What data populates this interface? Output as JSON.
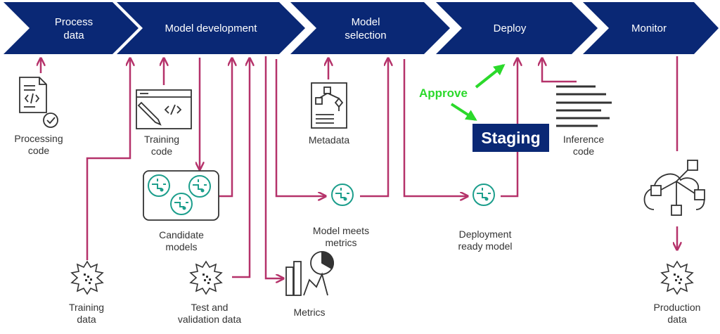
{
  "stages": [
    {
      "line1": "Process",
      "line2": "data"
    },
    {
      "line1": "Model development",
      "line2": ""
    },
    {
      "line1": "Model",
      "line2": "selection"
    },
    {
      "line1": "Deploy",
      "line2": ""
    },
    {
      "line1": "Monitor",
      "line2": ""
    }
  ],
  "labels": {
    "processing_code": {
      "line1": "Processing",
      "line2": "code"
    },
    "training_code": {
      "line1": "Training",
      "line2": "code"
    },
    "candidate_models": {
      "line1": "Candidate",
      "line2": "models"
    },
    "training_data": {
      "line1": "Training",
      "line2": "data"
    },
    "test_validation_data": {
      "line1": "Test and",
      "line2": "validation data"
    },
    "metrics": {
      "line1": "Metrics"
    },
    "metadata": {
      "line1": "Metadata"
    },
    "model_meets_metrics": {
      "line1": "Model meets",
      "line2": "metrics"
    },
    "deployment_ready_model": {
      "line1": "Deployment",
      "line2": "ready model"
    },
    "inference_code": {
      "line1": "Inference",
      "line2": "code"
    },
    "production_data": {
      "line1": "Production",
      "line2": "data"
    }
  },
  "staging_label": "Staging",
  "approve_label": "Approve",
  "colors": {
    "chevron": "#0a2875",
    "arrow": "#b5326a",
    "approve": "#2bd92b",
    "icon_teal": "#1c9e8c",
    "icon_dark": "#333333"
  }
}
